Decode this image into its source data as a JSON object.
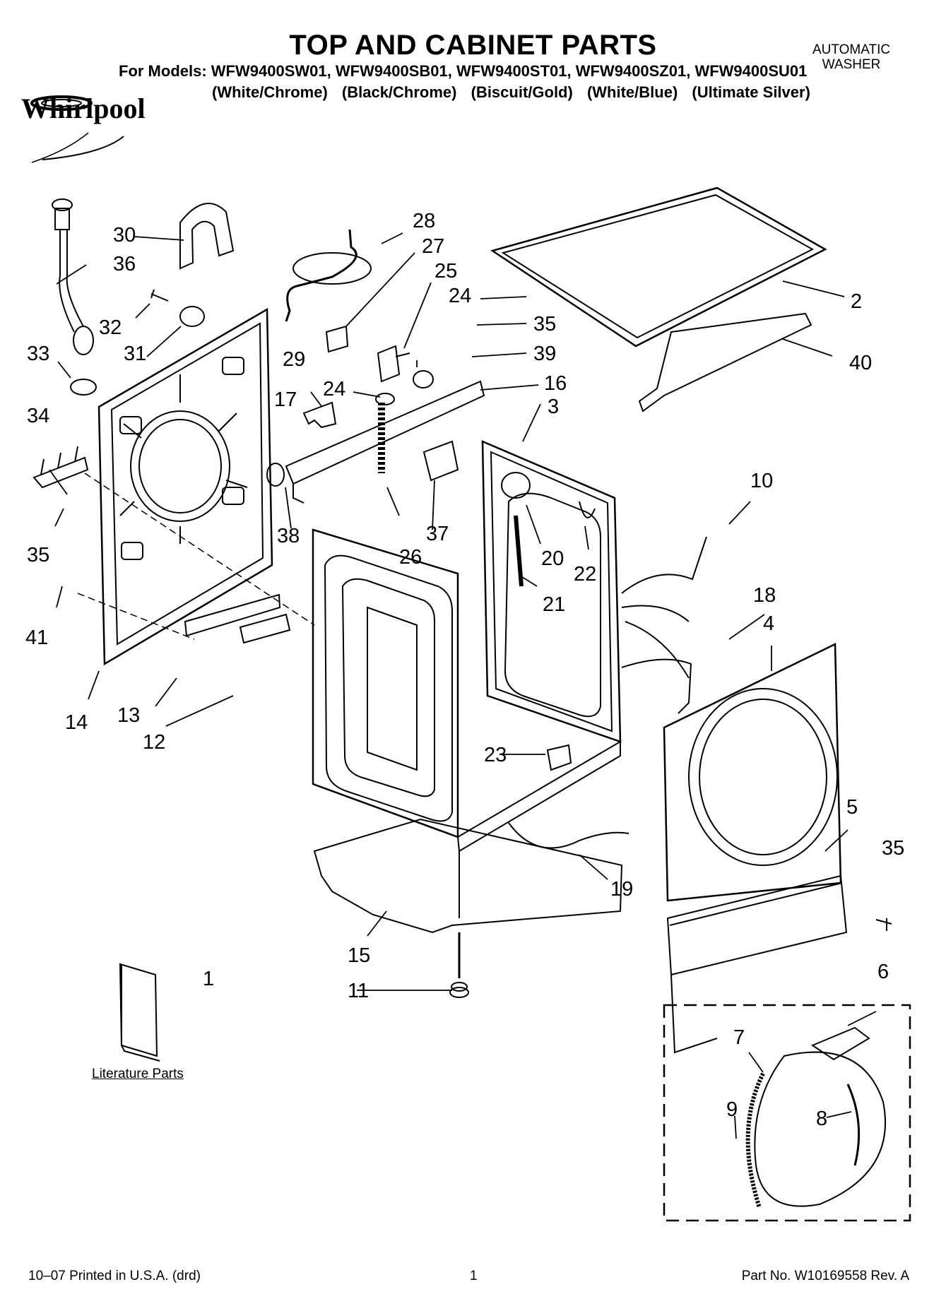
{
  "header": {
    "title": "TOP AND CABINET PARTS",
    "models_prefix": "For Models:",
    "models": "WFW9400SW01, WFW9400SB01, WFW9400ST01, WFW9400SZ01, WFW9400SU01",
    "colors": [
      "(White/Chrome)",
      "(Black/Chrome)",
      "(Biscuit/Gold)",
      "(White/Blue)",
      "(Ultimate Silver)"
    ],
    "product_line1": "AUTOMATIC",
    "product_line2": "WASHER",
    "brand": "Whirlpool"
  },
  "callouts": [
    "1",
    "2",
    "3",
    "4",
    "5",
    "6",
    "7",
    "8",
    "9",
    "10",
    "11",
    "12",
    "13",
    "14",
    "15",
    "16",
    "17",
    "18",
    "19",
    "20",
    "21",
    "22",
    "23",
    "24",
    "25",
    "26",
    "27",
    "28",
    "29",
    "30",
    "31",
    "32",
    "33",
    "34",
    "35",
    "36",
    "37",
    "38",
    "39",
    "40",
    "41"
  ],
  "literature_label": "Literature Parts",
  "footer": {
    "printed": "10–07 Printed in U.S.A. (drd)",
    "page": "1",
    "part_no": "Part No. W10169558 Rev. A"
  }
}
